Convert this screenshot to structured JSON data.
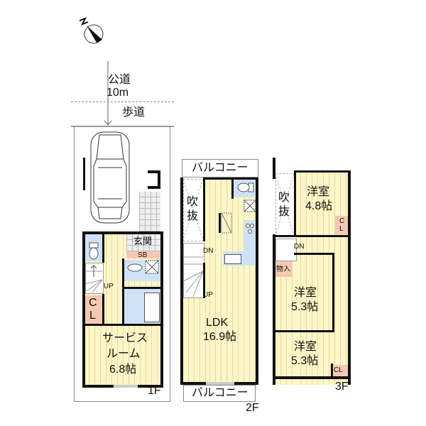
{
  "site": {
    "compass": {
      "label": "N",
      "icon": "north-arrow-icon"
    },
    "road": {
      "label": "公道",
      "width": "10m"
    },
    "sidewalk": {
      "label": "歩道"
    }
  },
  "floors": {
    "f1": {
      "label": "1F",
      "rooms": {
        "entrance": "玄関",
        "shoe_box": "SB",
        "up": "UP",
        "closet": "C\nL",
        "closet_c": "C",
        "closet_l": "L",
        "service_room_line1": "サービス",
        "service_room_line2": "ルーム",
        "service_room_size": "6.8帖"
      }
    },
    "f2": {
      "label": "2F",
      "rooms": {
        "balcony_top": "バルコニー",
        "balcony_bottom": "バルコニー",
        "void_1": "吹",
        "void_2": "抜",
        "dn": "DN",
        "up": "UP",
        "ldk": "LDK",
        "ldk_size": "16.9帖"
      }
    },
    "f3": {
      "label": "3F",
      "rooms": {
        "void_1": "吹",
        "void_2": "抜",
        "western_1": "洋室",
        "western_1_size": "4.8帖",
        "closet_1_c": "C",
        "closet_1_l": "L",
        "dn": "DN",
        "storage": "物入",
        "western_2": "洋室",
        "western_2_size": "5.3帖",
        "western_3": "洋室",
        "western_3_size": "5.3帖",
        "closet_3": "CL"
      }
    }
  },
  "colors": {
    "floor": "#fdf6c8",
    "wet_area": "#cfe2f5",
    "closet": "#f6c8b4",
    "wall": "#111111"
  }
}
